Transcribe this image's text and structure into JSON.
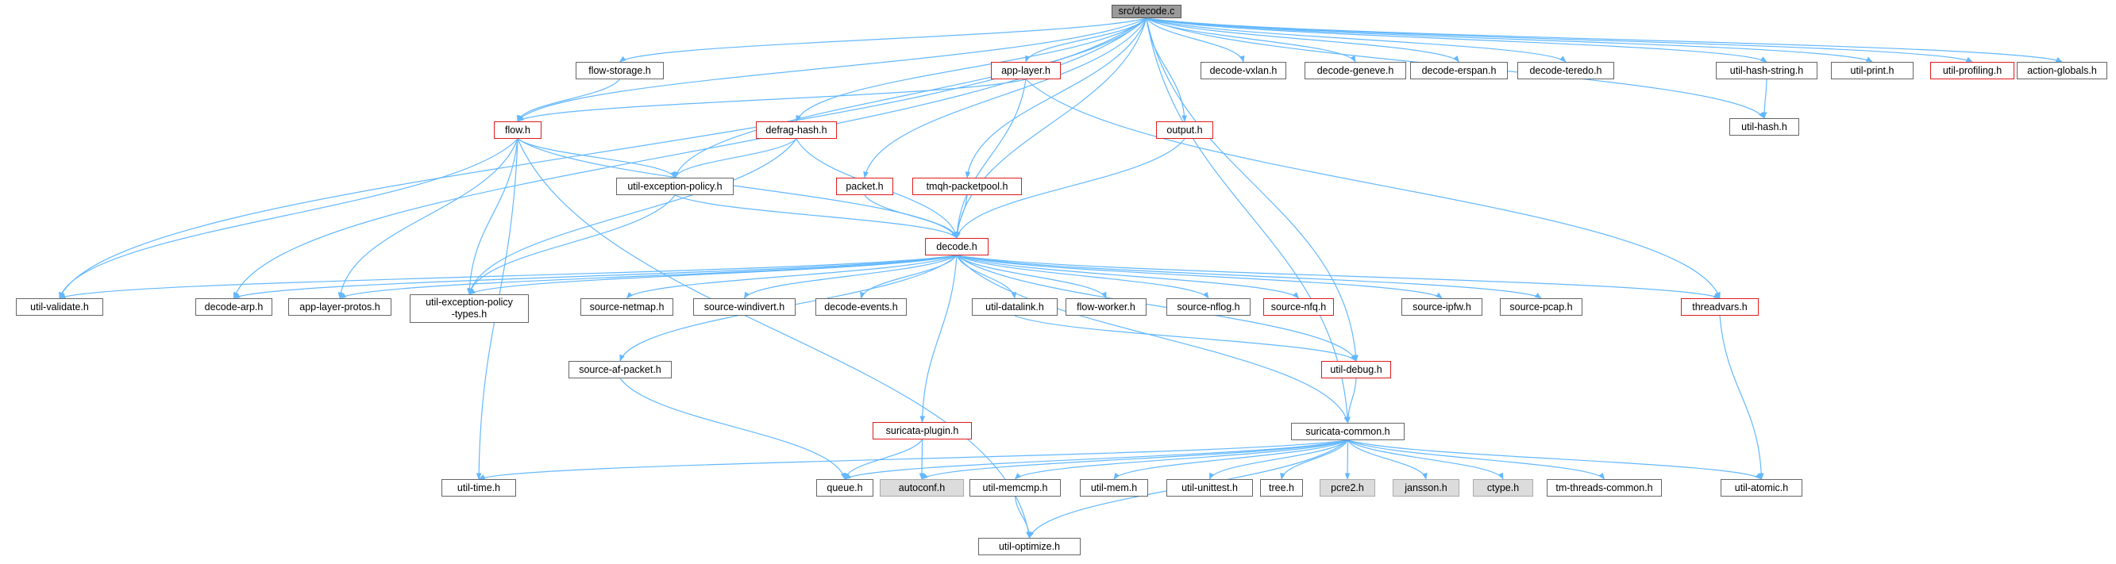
{
  "colors": {
    "edge": "#63b8ff",
    "border_default": "#666666",
    "border_truncated": "#e01b1b",
    "root_fill": "#9a9a9a",
    "system_header_fill": "#dcdcdc"
  },
  "nodes": {
    "root": "src/decode.c",
    "flow_storage": "flow-storage.h",
    "app_layer": "app-layer.h",
    "decode_vxlan": "decode-vxlan.h",
    "decode_geneve": "decode-geneve.h",
    "decode_erspan": "decode-erspan.h",
    "decode_teredo": "decode-teredo.h",
    "util_hash_string": "util-hash-string.h",
    "util_print": "util-print.h",
    "util_profiling": "util-profiling.h",
    "action_globals": "action-globals.h",
    "util_hash": "util-hash.h",
    "flow": "flow.h",
    "defrag_hash": "defrag-hash.h",
    "output": "output.h",
    "util_exception_policy": "util-exception-policy.h",
    "packet": "packet.h",
    "tmqh_packetpool": "tmqh-packetpool.h",
    "decode": "decode.h",
    "util_validate": "util-validate.h",
    "decode_arp": "decode-arp.h",
    "app_layer_protos": "app-layer-protos.h",
    "util_exception_policy_types": "util-exception-policy\n-types.h",
    "source_netmap": "source-netmap.h",
    "source_windivert": "source-windivert.h",
    "decode_events": "decode-events.h",
    "util_datalink": "util-datalink.h",
    "flow_worker": "flow-worker.h",
    "source_nflog": "source-nflog.h",
    "source_nfq": "source-nfq.h",
    "source_ipfw": "source-ipfw.h",
    "source_pcap": "source-pcap.h",
    "threadvars": "threadvars.h",
    "source_af_packet": "source-af-packet.h",
    "util_debug": "util-debug.h",
    "suricata_plugin": "suricata-plugin.h",
    "suricata_common": "suricata-common.h",
    "util_time": "util-time.h",
    "queue": "queue.h",
    "autoconf": "autoconf.h",
    "util_memcmp": "util-memcmp.h",
    "util_mem": "util-mem.h",
    "util_unittest": "util-unittest.h",
    "tree": "tree.h",
    "pcre2": "pcre2.h",
    "jansson": "jansson.h",
    "ctype": "ctype.h",
    "tm_threads_common": "tm-threads-common.h",
    "util_atomic": "util-atomic.h",
    "util_optimize": "util-optimize.h"
  },
  "edges": [
    [
      "root",
      "flow_storage"
    ],
    [
      "root",
      "app_layer"
    ],
    [
      "root",
      "decode_vxlan"
    ],
    [
      "root",
      "decode_geneve"
    ],
    [
      "root",
      "decode_erspan"
    ],
    [
      "root",
      "decode_teredo"
    ],
    [
      "root",
      "util_hash_string"
    ],
    [
      "root",
      "util_print"
    ],
    [
      "root",
      "util_profiling"
    ],
    [
      "root",
      "action_globals"
    ],
    [
      "root",
      "util_hash"
    ],
    [
      "root",
      "flow"
    ],
    [
      "root",
      "defrag_hash"
    ],
    [
      "root",
      "output"
    ],
    [
      "root",
      "util_exception_policy"
    ],
    [
      "root",
      "packet"
    ],
    [
      "root",
      "tmqh_packetpool"
    ],
    [
      "root",
      "decode"
    ],
    [
      "root",
      "util_validate"
    ],
    [
      "root",
      "decode_arp"
    ],
    [
      "root",
      "util_debug"
    ],
    [
      "root",
      "suricata_common"
    ],
    [
      "flow_storage",
      "flow"
    ],
    [
      "app_layer",
      "flow"
    ],
    [
      "app_layer",
      "decode"
    ],
    [
      "app_layer",
      "threadvars"
    ],
    [
      "util_hash_string",
      "util_hash"
    ],
    [
      "flow",
      "util_exception_policy"
    ],
    [
      "flow",
      "decode"
    ],
    [
      "flow",
      "util_validate"
    ],
    [
      "flow",
      "app_layer_protos"
    ],
    [
      "flow",
      "util_exception_policy_types"
    ],
    [
      "flow",
      "util_time"
    ],
    [
      "flow",
      "util_optimize"
    ],
    [
      "defrag_hash",
      "util_exception_policy"
    ],
    [
      "defrag_hash",
      "decode"
    ],
    [
      "defrag_hash",
      "util_exception_policy_types"
    ],
    [
      "output",
      "decode"
    ],
    [
      "util_exception_policy",
      "decode"
    ],
    [
      "util_exception_policy",
      "util_exception_policy_types"
    ],
    [
      "packet",
      "decode"
    ],
    [
      "tmqh_packetpool",
      "decode"
    ],
    [
      "decode",
      "util_validate"
    ],
    [
      "decode",
      "decode_arp"
    ],
    [
      "decode",
      "app_layer_protos"
    ],
    [
      "decode",
      "util_exception_policy_types"
    ],
    [
      "decode",
      "source_netmap"
    ],
    [
      "decode",
      "source_windivert"
    ],
    [
      "decode",
      "decode_events"
    ],
    [
      "decode",
      "util_datalink"
    ],
    [
      "decode",
      "flow_worker"
    ],
    [
      "decode",
      "source_nflog"
    ],
    [
      "decode",
      "source_nfq"
    ],
    [
      "decode",
      "source_ipfw"
    ],
    [
      "decode",
      "source_pcap"
    ],
    [
      "decode",
      "threadvars"
    ],
    [
      "decode",
      "source_af_packet"
    ],
    [
      "decode",
      "util_debug"
    ],
    [
      "decode",
      "suricata_plugin"
    ],
    [
      "decode",
      "suricata_common"
    ],
    [
      "util_datalink",
      "util_debug"
    ],
    [
      "threadvars",
      "util_atomic"
    ],
    [
      "source_af_packet",
      "queue"
    ],
    [
      "util_debug",
      "suricata_common"
    ],
    [
      "suricata_plugin",
      "queue"
    ],
    [
      "suricata_plugin",
      "autoconf"
    ],
    [
      "suricata_common",
      "util_time"
    ],
    [
      "suricata_common",
      "queue"
    ],
    [
      "suricata_common",
      "autoconf"
    ],
    [
      "suricata_common",
      "util_memcmp"
    ],
    [
      "suricata_common",
      "util_mem"
    ],
    [
      "suricata_common",
      "util_unittest"
    ],
    [
      "suricata_common",
      "tree"
    ],
    [
      "suricata_common",
      "pcre2"
    ],
    [
      "suricata_common",
      "jansson"
    ],
    [
      "suricata_common",
      "ctype"
    ],
    [
      "suricata_common",
      "tm_threads_common"
    ],
    [
      "suricata_common",
      "util_atomic"
    ],
    [
      "suricata_common",
      "util_optimize"
    ],
    [
      "util_memcmp",
      "util_optimize"
    ]
  ]
}
